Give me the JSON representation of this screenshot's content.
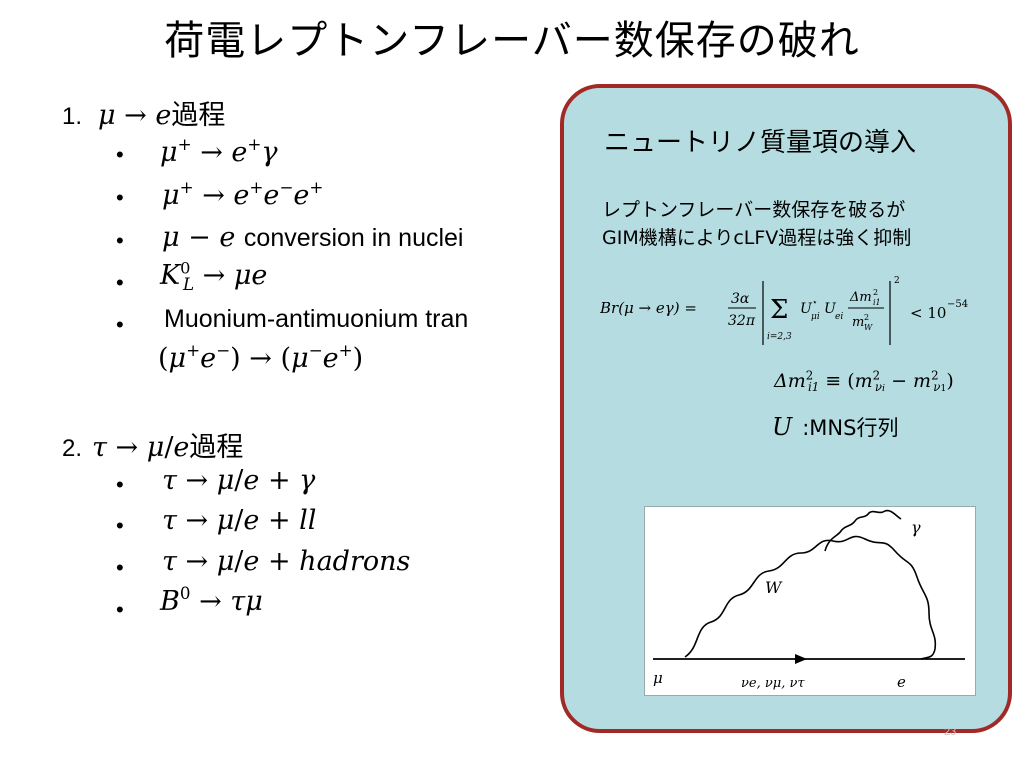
{
  "title": "荷電レプトンフレーバー数保存の破れ",
  "section1": {
    "number": "1.",
    "process_math": "μ → e",
    "process_label": "過程",
    "items": [
      {
        "math": "μ⁺ → e⁺γ"
      },
      {
        "math": "μ⁺ → e⁺e⁻e⁺"
      },
      {
        "math": "μ − e",
        "text": "conversion in nuclei"
      },
      {
        "math": "K⁰L → μe"
      },
      {
        "text": "Muonium-antimuonium tran",
        "continuation": "(μ⁺e⁻) → (μ⁻e⁺)"
      }
    ]
  },
  "section2": {
    "number": "2.",
    "process_math": "τ → μ/e",
    "process_label": "過程",
    "items": [
      {
        "math": "τ → μ/e + γ"
      },
      {
        "math": "τ → μ/e + ll"
      },
      {
        "math": "τ → μ/e + hadrons"
      },
      {
        "math": "B⁰ → τμ"
      }
    ]
  },
  "panel": {
    "title": "ニュートリノ質量項の導入",
    "description_line1": "レプトンフレーバー数保存を破るが",
    "description_line2": "GIM機構によりcLFV過程は強く抑制",
    "formula": "Br(μ → eγ) = 3α/32π |Σ_{i=2,3} U*_{μi} U_{ei} Δm²_{i1}/m²_W|² < 10⁻⁵⁴",
    "definition": "Δm²_{i1} ≡ (m²_{νi} − m²_{ν1})",
    "u_symbol": "U",
    "u_label": ":MNS行列"
  },
  "diagram": {
    "label_gamma": "γ",
    "label_w": "W",
    "label_mu": "μ",
    "label_neutrinos": "νe, νμ, ντ",
    "label_e": "e"
  },
  "page_number": "23"
}
